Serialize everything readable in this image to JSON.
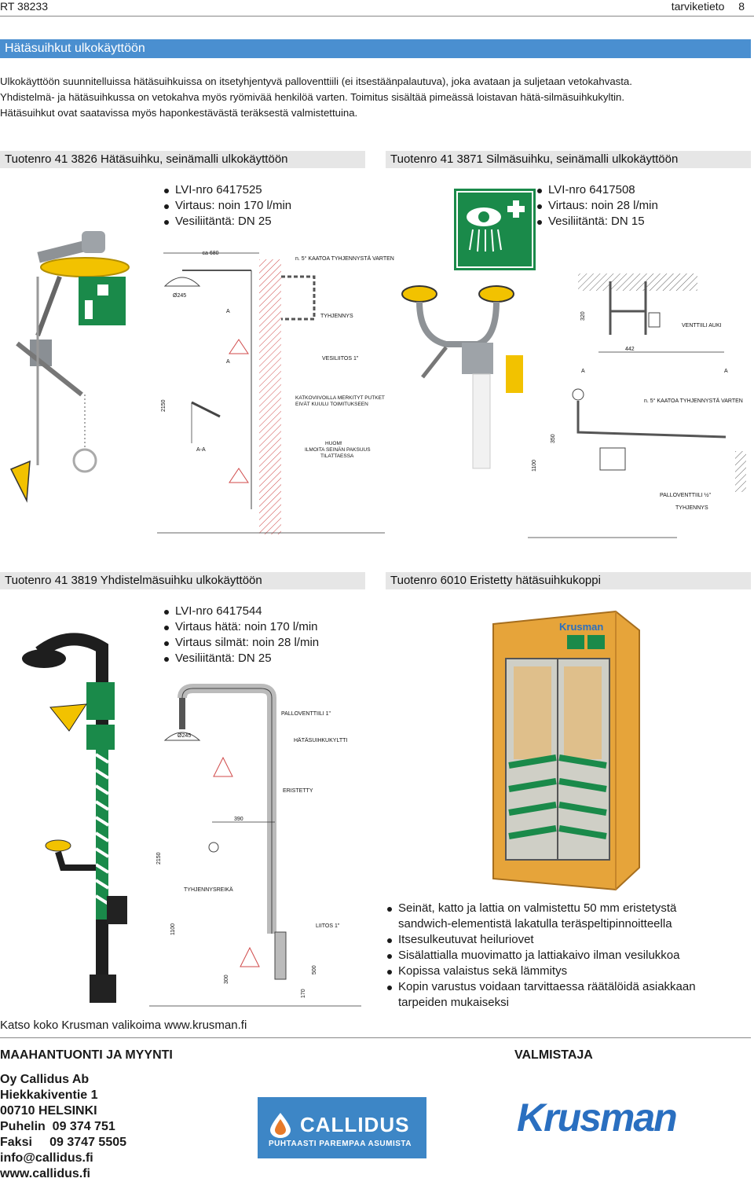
{
  "header": {
    "doc_code": "RT 38233",
    "section": "tarviketieto",
    "page_number": "8"
  },
  "title": "Hätäsuihkut ulkokäyttöön",
  "intro": [
    "Ulkokäyttöön suunnitelluissa hätäsuihkuissa on itsetyhjentyvä palloventtiili (ei itsestäänpalautuva), joka avataan ja suljetaan vetokahvasta.",
    "Yhdistelmä- ja hätäsuihkussa on vetokahva myös ryömivää henkilöä varten. Toimitus sisältää pimeässä loistavan hätä-silmäsuihkukyltin.",
    "Hätäsuihkut ovat saatavissa myös haponkestävästä teräksestä valmistettuina."
  ],
  "products": [
    {
      "heading": "Tuotenro 41 3826  Hätäsuihku, seinämalli ulkokäyttöön",
      "specs": [
        "LVI-nro 6417525",
        "Virtaus: noin 170 l/min",
        "Vesiliitäntä: DN 25"
      ],
      "drawing": {
        "ca680": "ca 680",
        "slope": "n. 5° KAATOA TYHJENNYSTÄ VARTEN",
        "d245": "Ø245",
        "a": "A",
        "tyhjennys": "TYHJENNYS",
        "vesiliitos": "VESILIITOS 1\"",
        "katko1": "KATKOVIIVOILLA MERKITYT PUTKET",
        "katko2": "EIVÄT KUULU TOIMITUKSEEN",
        "h2150": "2150",
        "aa": "A-A",
        "huom1": "HUOM!",
        "huom2": "ILMOITA SEINÄN PAKSUUS",
        "huom3": "TILATTAESSA"
      }
    },
    {
      "heading": "Tuotenro 41 3871  Silmäsuihku, seinämalli ulkokäyttöön",
      "specs": [
        "LVI-nro 6417508",
        "Virtaus: noin 28 l/min",
        "Vesiliitäntä: DN 15"
      ],
      "drawing": {
        "d320": "320",
        "venttiili": "VENTTIILI AUKI",
        "d442": "442",
        "a": "A",
        "slope": "n. 5° KAATOA TYHJENNYSTÄ VARTEN",
        "d350": "350",
        "d1100": "1100",
        "pallo": "PALLOVENTTIILI ½\"",
        "tyhjennys": "TYHJENNYS"
      }
    },
    {
      "heading": "Tuotenro 41 3819  Yhdistelmäsuihku ulkokäyttöön",
      "specs": [
        "LVI-nro 6417544",
        "Virtaus hätä: noin 170 l/min",
        "Virtaus silmät: noin 28 l/min",
        "Vesiliitäntä: DN 25"
      ],
      "drawing": {
        "pallo": "PALLOVENTTIILI  1\"",
        "d245": "Ø245",
        "kylt": "HÄTÄSUIHKUKYLTTI",
        "eristetty": "ERISTETTY",
        "d390": "390",
        "d2150": "2150",
        "tyhj": "TYHJENNYSREIKÄ",
        "d1100": "1100",
        "liitos": "LIITOS 1\"",
        "d300": "300",
        "d170": "170",
        "d500": "500"
      }
    },
    {
      "heading": "Tuotenro 6010  Eristetty hätäsuihkukoppi",
      "booth_brand": "Krusman",
      "features": [
        "Seinät, katto ja lattia on valmistettu 50 mm eristetystä sandwich-elementistä lakatulla teräspeltipinnoitteella",
        "Itsesulkeutuvat heiluriovet",
        "Sisälattialla muovimatto ja lattiakaivo ilman vesilukkoa",
        "Kopissa valaistus sekä lämmitys",
        "Kopin varustus voidaan tarvittaessa räätälöidä asiakkaan tarpeiden mukaiseksi"
      ]
    }
  ],
  "catalog_note": "Katso koko Krusman valikoima www.krusman.fi",
  "importer": {
    "heading": "MAAHANTUONTI JA MYYNTI",
    "name": "Oy Callidus Ab",
    "street": "Hiekkakiventie 1",
    "city": "00710 HELSINKI",
    "phone": "Puhelin  09 374 751",
    "fax": "Faksi     09 3747 5505",
    "email": "info@callidus.fi",
    "web": "www.callidus.fi",
    "logo_name": "CALLIDUS",
    "logo_tagline": "PUHTAASTI PAREMPAA ASUMISTA"
  },
  "manufacturer": {
    "heading": "VALMISTAJA",
    "logo_name": "Krusman"
  },
  "colors": {
    "title_bar": "#4a8fd0",
    "section_bar": "#e6e6e6",
    "sign_green": "#1a8a4a",
    "shower_yellow": "#f2c200",
    "booth_orange": "#e6a43a",
    "callidus_blue": "#3d86c6",
    "krusman_blue": "#2a6fc0"
  }
}
